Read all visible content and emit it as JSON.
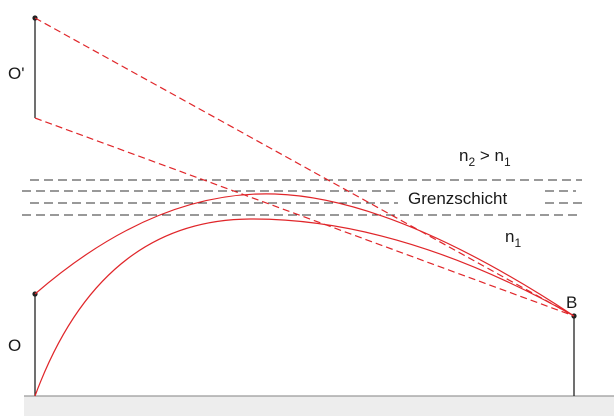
{
  "labels": {
    "object_label": "O",
    "image_label": "O'",
    "observer_label": "B",
    "boundary_label": "Grenzschicht",
    "upper_medium": {
      "n_a": "n",
      "sub_a": "2",
      "relation": " > ",
      "n_b": "n",
      "sub_b": "1"
    },
    "lower_medium": {
      "n": "n",
      "sub": "1"
    }
  },
  "colors": {
    "ray": "#e0262a",
    "line": "#222222",
    "ground": "#ededed"
  }
}
